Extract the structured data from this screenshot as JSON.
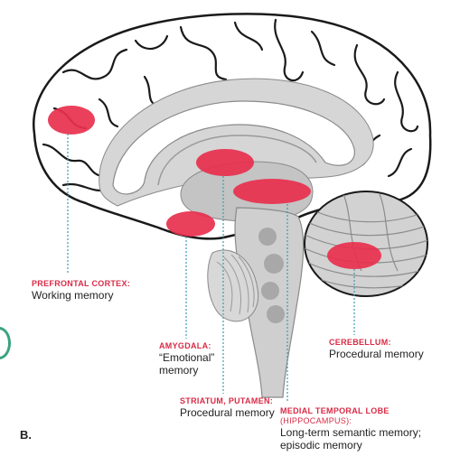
{
  "figure": {
    "panel_label": "B.",
    "colors": {
      "highlight": "#e8304e",
      "label_red": "#d92b46",
      "leader": "#3a9bb0",
      "brain_fill": "#d9d9d9",
      "brain_outline": "#1a1a1a"
    },
    "regions": [
      {
        "name": "PREFRONTAL CORTEX:",
        "desc": [
          "Working memory"
        ]
      },
      {
        "name": "AMYGDALA:",
        "desc": [
          "“Emotional”",
          "memory"
        ]
      },
      {
        "name": "STRIATUM, PUTAMEN:",
        "desc": [
          "Procedural memory"
        ]
      },
      {
        "name": "MEDIAL TEMPORAL LOBE",
        "name_extra": "(HIPPOCAMPUS):",
        "desc": [
          "Long-term semantic memory;",
          "episodic memory"
        ]
      },
      {
        "name": "CEREBELLUM:",
        "desc": [
          "Procedural memory"
        ]
      }
    ]
  }
}
